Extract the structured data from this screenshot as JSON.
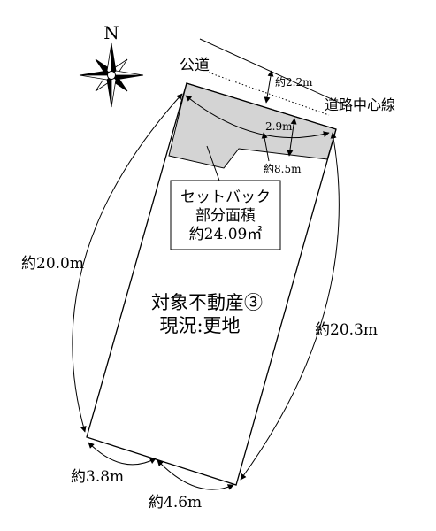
{
  "compass": {
    "north_label": "N"
  },
  "road": {
    "label": "公道",
    "width_label": "約2.2m",
    "centerline_label": "道路中心線"
  },
  "setback": {
    "width_label": "2.9m",
    "length_label": "約8.5m",
    "box_lines": [
      "セットバック",
      "部分面積",
      "約24.09㎡"
    ]
  },
  "property": {
    "title": "対象不動産③",
    "status": "現況:更地"
  },
  "dimensions": {
    "left_side": "約20.0m",
    "right_side": "約20.3m",
    "bottom_left": "約3.8m",
    "bottom_right": "約4.6m"
  },
  "colors": {
    "setback_fill": "#d4d4d4",
    "line": "#000000",
    "background": "#ffffff"
  }
}
